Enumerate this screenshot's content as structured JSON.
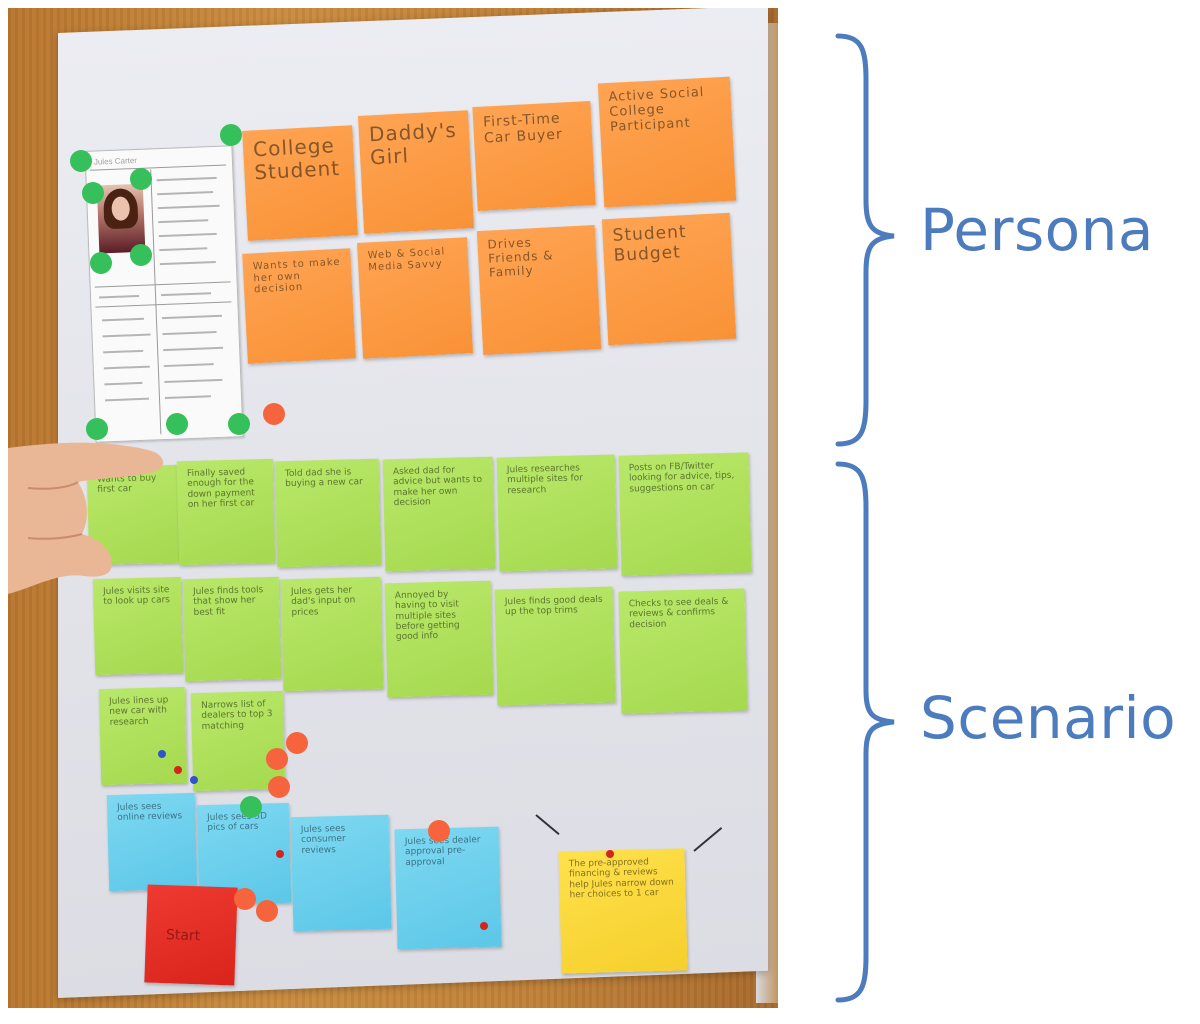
{
  "annotations": {
    "persona_label": "Persona",
    "scenario_label": "Scenario",
    "label_color": "#4d7cbe"
  },
  "board": {
    "profile_header": "Jules Carter",
    "persona_notes": [
      "College Student",
      "Daddy's Girl",
      "First-Time Car Buyer",
      "Active Social College Participant",
      "Wants to make her own decision",
      "Web & Social Media Savvy",
      "Drives Friends & Family",
      "Student Budget"
    ],
    "scenario_notes_row1": [
      "Wants to buy first car",
      "Finally saved enough for the down payment on her first car",
      "Told dad she is buying a new car",
      "Asked dad for advice but wants to make her own decision",
      "Jules researches multiple sites for research",
      "Posts on FB/Twitter looking for advice, tips, suggestions on car"
    ],
    "scenario_notes_row2": [
      "Jules visits site to look up cars",
      "Jules finds tools that show her best fit",
      "Jules gets her dad's input on prices",
      "Annoyed by having to visit multiple sites before getting good info",
      "Jules finds good deals up the top trims",
      "Checks to see deals & reviews & confirms decision"
    ],
    "scenario_notes_row3": [
      "Jules lines up new car with research",
      "Narrows list of dealers to top 3 matching"
    ],
    "blue_notes": [
      "Jules sees online reviews",
      "Jules sees 3D pics of cars",
      "Jules sees consumer reviews",
      "Jules sees dealer approval pre-approval"
    ],
    "yellow_note": "The pre-approved financing & reviews help Jules narrow down her choices to 1 car",
    "red_note": "Start"
  }
}
